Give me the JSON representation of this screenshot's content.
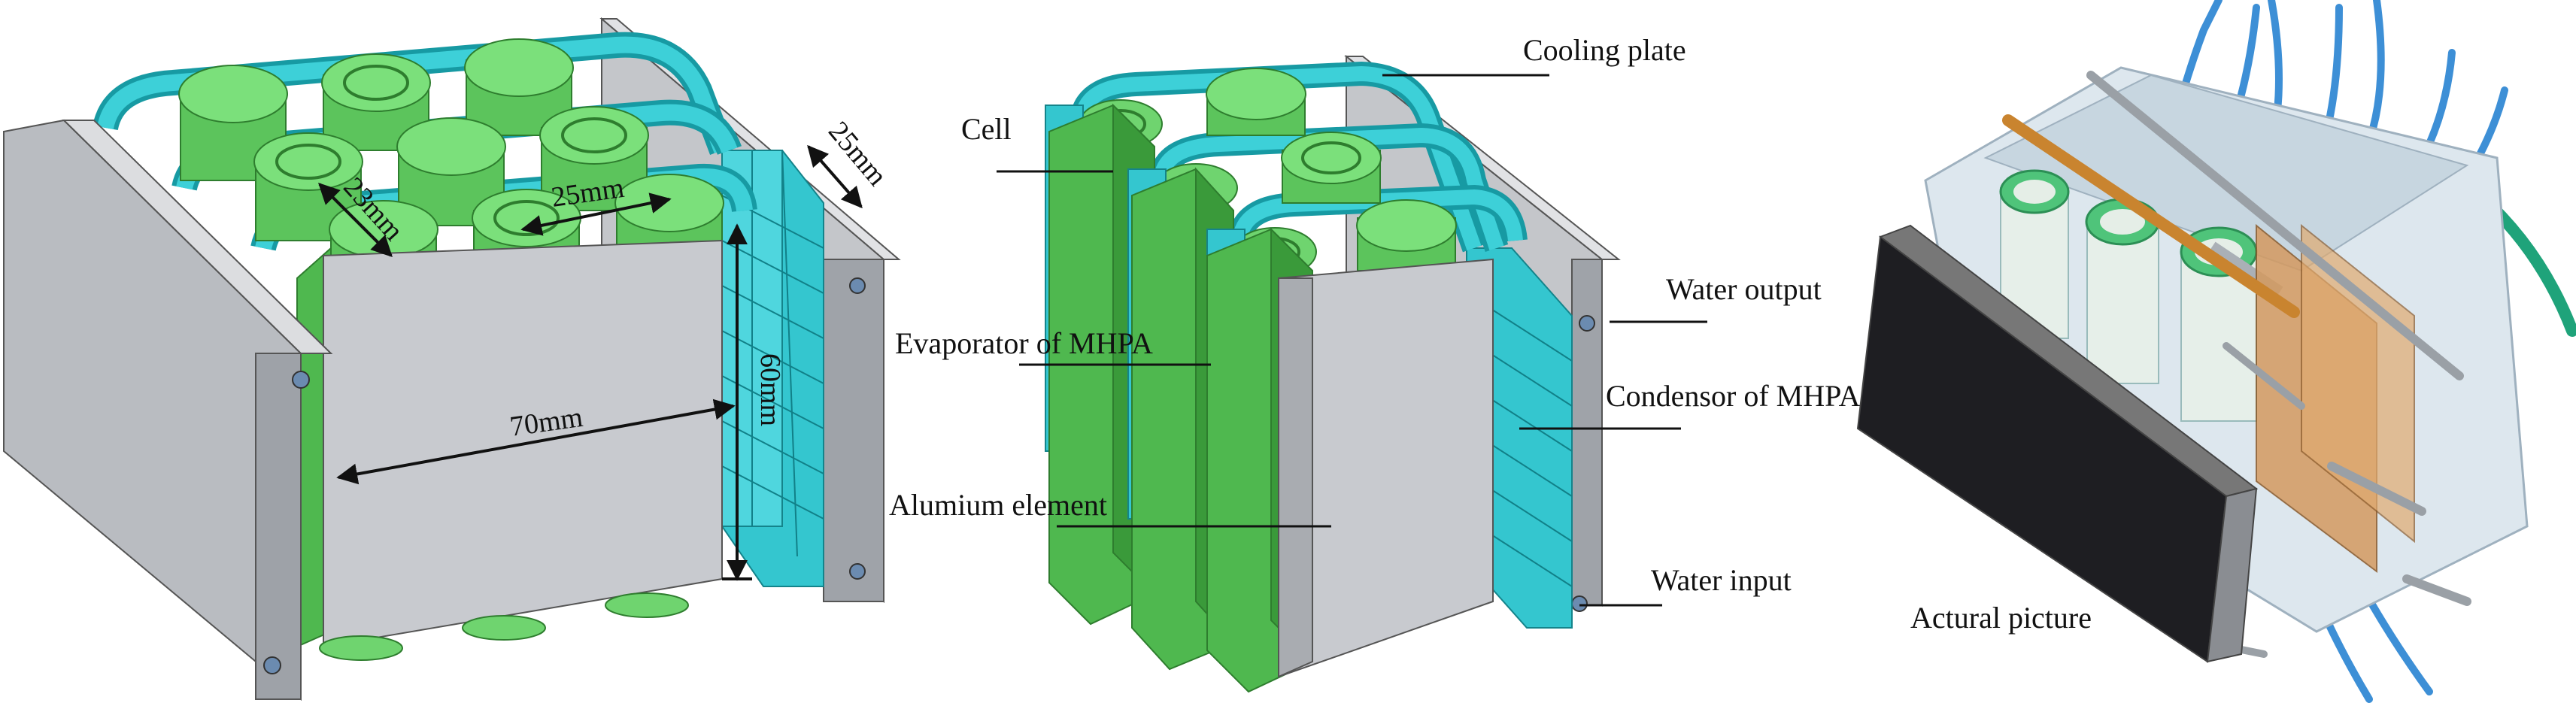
{
  "dimensions": {
    "d25_top": "25mm",
    "d23": "23mm",
    "d25_mid": "25mm",
    "d70": "70mm",
    "d60": "60mm"
  },
  "labels": {
    "cooling_plate": "Cooling plate",
    "cell": "Cell",
    "evaporator": "Evaporator of MHPA",
    "alumium": "Alumium element",
    "water_output": "Water output",
    "condensor": "Condensor of MHPA",
    "water_input": "Water input",
    "actual_picture": "Actural picture"
  },
  "colors": {
    "cell_green": "#6fd46f",
    "cell_green_dark": "#3fa83f",
    "pipe_cyan": "#2ec7cf",
    "pipe_cyan_dark": "#179aa3",
    "plate_gray": "#b4b7bc",
    "element_gray": "#c9cbcf",
    "hose_blue": "#3d8fd6",
    "hose_green": "#1fa37a",
    "copper": "#c98a4a"
  }
}
